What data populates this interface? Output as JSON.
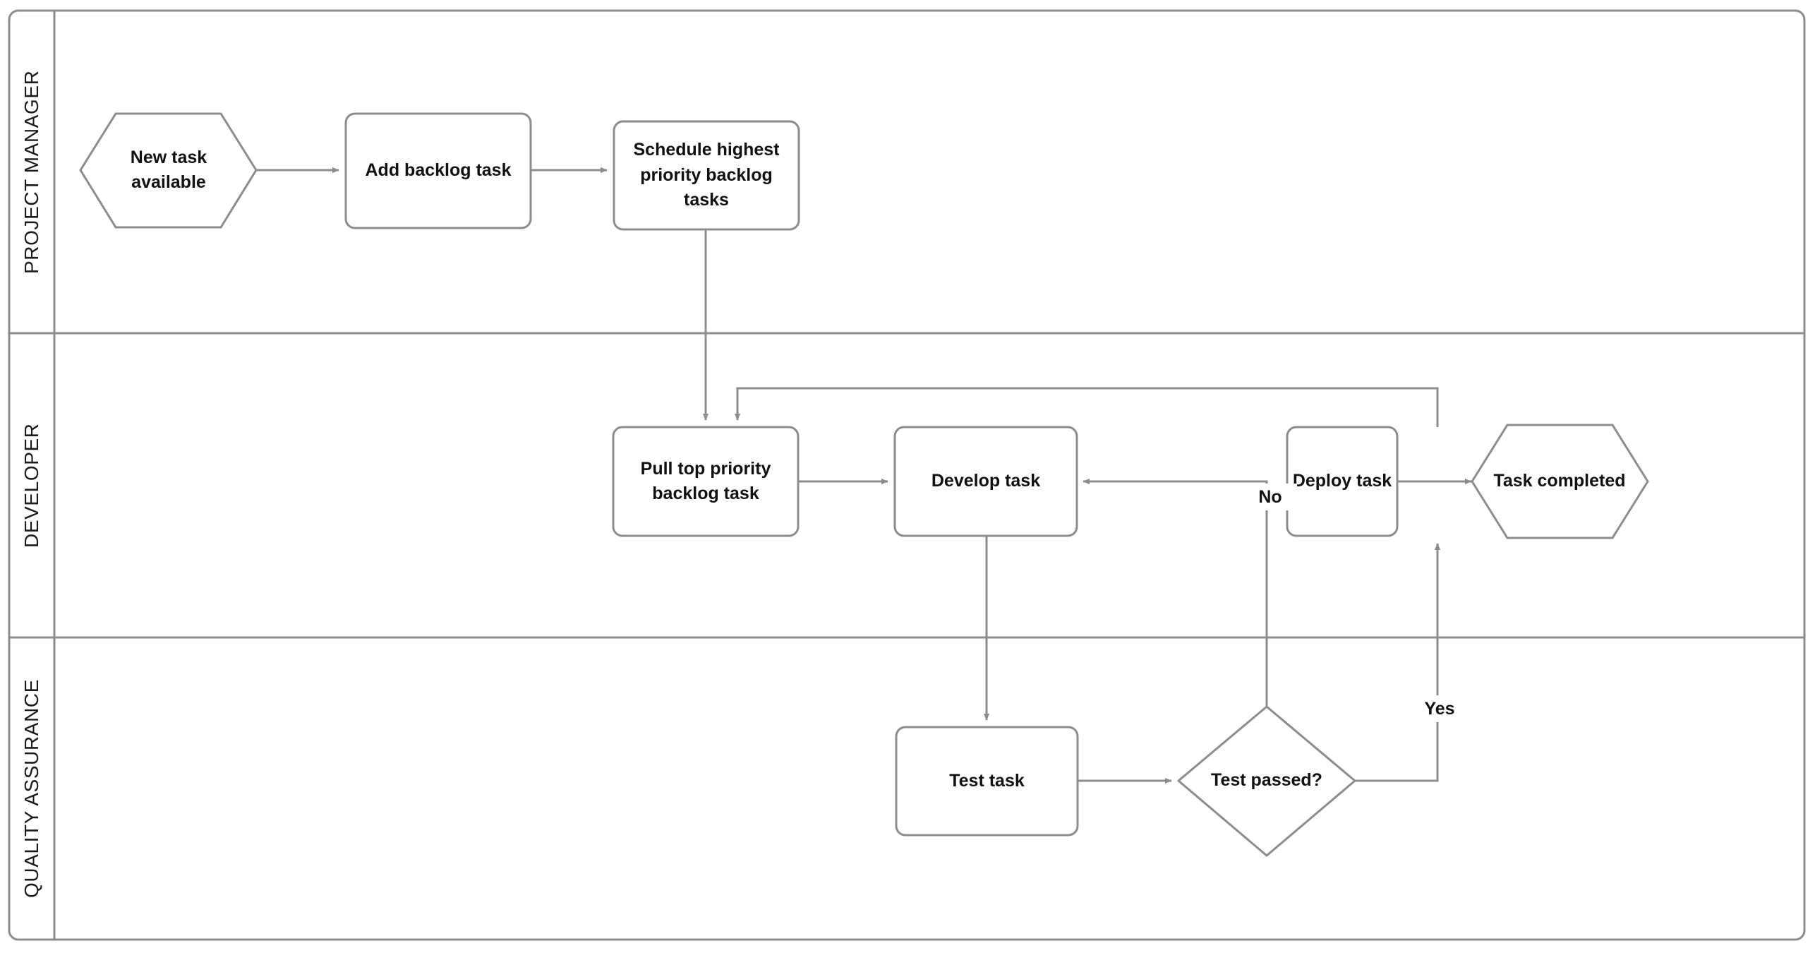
{
  "diagram": {
    "title": "Agile task workflow swimlane diagram",
    "type": "swimlane-flowchart",
    "stroke_color": "#8c8c8c",
    "text_color": "#111111",
    "background_color": "#ffffff",
    "lanes": [
      {
        "id": "lane-project-manager",
        "label": "PROJECT MANAGER"
      },
      {
        "id": "lane-developer",
        "label": "DEVELOPER"
      },
      {
        "id": "lane-quality-assurance",
        "label": "QUALITY ASSURANCE"
      }
    ],
    "nodes": [
      {
        "id": "new-task-available",
        "label": "New task available",
        "shape": "hexagon",
        "lane": "lane-project-manager"
      },
      {
        "id": "add-backlog-task",
        "label": "Add backlog task",
        "shape": "process",
        "lane": "lane-project-manager"
      },
      {
        "id": "schedule-highest-priority-backlog-tasks",
        "label": "Schedule highest priority backlog tasks",
        "shape": "process",
        "lane": "lane-project-manager"
      },
      {
        "id": "pull-top-priority-backlog-task",
        "label": "Pull top priority backlog task",
        "shape": "process",
        "lane": "lane-developer"
      },
      {
        "id": "develop-task",
        "label": "Develop task",
        "shape": "process",
        "lane": "lane-developer"
      },
      {
        "id": "deploy-task",
        "label": "Deploy task",
        "shape": "process",
        "lane": "lane-developer"
      },
      {
        "id": "task-completed",
        "label": "Task completed",
        "shape": "hexagon",
        "lane": "lane-developer"
      },
      {
        "id": "test-task",
        "label": "Test task",
        "shape": "process",
        "lane": "lane-quality-assurance"
      },
      {
        "id": "test-passed",
        "label": "Test passed?",
        "shape": "decision",
        "lane": "lane-quality-assurance"
      }
    ],
    "edges": [
      {
        "id": "edge-new-task-to-add-backlog",
        "from": "new-task-available",
        "to": "add-backlog-task",
        "label": ""
      },
      {
        "id": "edge-add-backlog-to-schedule",
        "from": "add-backlog-task",
        "to": "schedule-highest-priority-backlog-tasks",
        "label": ""
      },
      {
        "id": "edge-schedule-to-pull",
        "from": "schedule-highest-priority-backlog-tasks",
        "to": "pull-top-priority-backlog-task",
        "label": ""
      },
      {
        "id": "edge-pull-to-develop",
        "from": "pull-top-priority-backlog-task",
        "to": "develop-task",
        "label": ""
      },
      {
        "id": "edge-develop-to-test",
        "from": "develop-task",
        "to": "test-task",
        "label": ""
      },
      {
        "id": "edge-test-to-test-passed",
        "from": "test-task",
        "to": "test-passed",
        "label": ""
      },
      {
        "id": "edge-test-passed-no",
        "from": "test-passed",
        "to": "develop-task",
        "label": "No"
      },
      {
        "id": "edge-test-passed-yes",
        "from": "test-passed",
        "to": "deploy-task",
        "label": "Yes"
      },
      {
        "id": "edge-deploy-to-pull",
        "from": "deploy-task",
        "to": "pull-top-priority-backlog-task",
        "label": ""
      },
      {
        "id": "edge-deploy-to-task-completed",
        "from": "deploy-task",
        "to": "task-completed",
        "label": ""
      }
    ],
    "edge_labels": {
      "no": "No",
      "yes": "Yes"
    }
  }
}
